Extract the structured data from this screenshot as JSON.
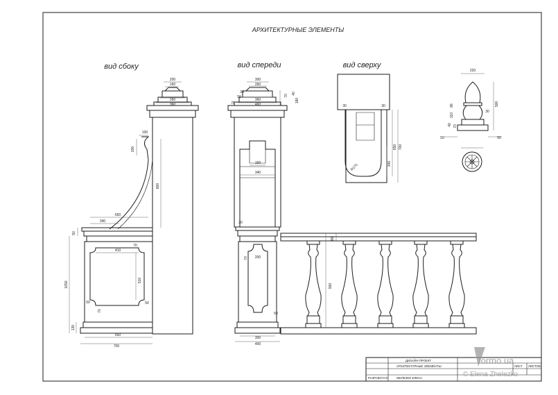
{
  "title": "АРХИТЕКТУРНЫЕ ЭЛЕМЕНТЫ",
  "views": {
    "side": "вид сбоку",
    "front": "вид спереди",
    "top": "вид сверху"
  },
  "dims": {
    "side": {
      "d200": "200",
      "d160": "160",
      "d260": "260",
      "d360": "360",
      "d100": "100",
      "d200b": "200",
      "d800": "800",
      "d650": "650",
      "d340": "340",
      "d50": "50",
      "d1650": "1650",
      "d130": "130",
      "d410": "410",
      "d70a": "70",
      "d510": "510",
      "d50b": "50",
      "d70b": "70",
      "d50c": "50",
      "d650b": "650",
      "d700": "700"
    },
    "front": {
      "d300": "300",
      "d260": "260",
      "d360": "360",
      "d460": "460",
      "d34": "34",
      "d50": "50",
      "d70": "70",
      "d40": "40",
      "d70b": "70",
      "d180": "180",
      "d160": "160",
      "d340": "340",
      "d30": "30",
      "d70c": "70",
      "d200": "200",
      "d300b": "300",
      "d400": "400"
    },
    "top": {
      "d30a": "30",
      "d30b": "30",
      "d650": "650",
      "d700": "700",
      "d340": "340",
      "r170": "R170"
    },
    "finial": {
      "d220": "220",
      "d500": "500",
      "d30": "30",
      "d86": "86",
      "d110": "110",
      "d40": "40",
      "d70": "70",
      "d50a": "50",
      "d50b": "50"
    },
    "balustrade": {
      "d80": "80",
      "d900": "900"
    }
  },
  "title_block": {
    "project": "ДИЗАЙН-ПРОЕКТ",
    "sheet_name": "АРХИТЕКТУРНЫЕ ЭЛЕМЕНТЫ",
    "developed_label": "РАЗРАБОТАЛ",
    "author": "ЖЕЛЕЗКО ЕЛЕНА",
    "col_sheet": "ЛИСТ",
    "col_sheets": "ЛИСТОВ"
  },
  "watermark": {
    "brand": "formo.ua",
    "credit": "© Elena Zhelezko"
  }
}
